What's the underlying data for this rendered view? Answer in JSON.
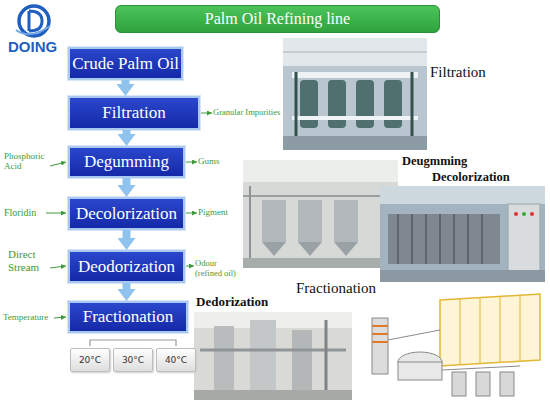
{
  "diagram": {
    "title": "Palm Oil Refining line",
    "nodes": [
      {
        "text": [
          "Crude Palm Oil"
        ]
      },
      {
        "text": [
          "Filtration"
        ]
      },
      {
        "text": [
          "Degumming"
        ]
      },
      {
        "text": [
          "Decolorization"
        ]
      },
      {
        "text": [
          "Deodorization"
        ]
      },
      {
        "text": [
          "Fractionation"
        ]
      },
      {
        "text": [
          "20°C"
        ]
      },
      {
        "text": [
          "30°C"
        ]
      },
      {
        "text": [
          "40°C"
        ]
      }
    ],
    "edges": [
      {
        "from": 0,
        "to": 1,
        "arrow": "to"
      },
      {
        "from": 1,
        "to": 2,
        "arrow": "to"
      },
      {
        "from": 2,
        "to": 3,
        "arrow": "to"
      },
      {
        "from": 3,
        "to": 4,
        "arrow": "to"
      },
      {
        "from": 4,
        "to": 5,
        "arrow": "to"
      }
    ],
    "labels": [
      "DOING",
      "Granular Impurities",
      "Gums",
      "Pigment",
      "Odour (refined oil)",
      "Phosphoric Acid",
      "Floridin",
      "Direct Stream",
      "Temperature",
      "Filtration",
      "Deugmming",
      "Decolorization",
      "Dedorization",
      "Fractionation"
    ]
  }
}
